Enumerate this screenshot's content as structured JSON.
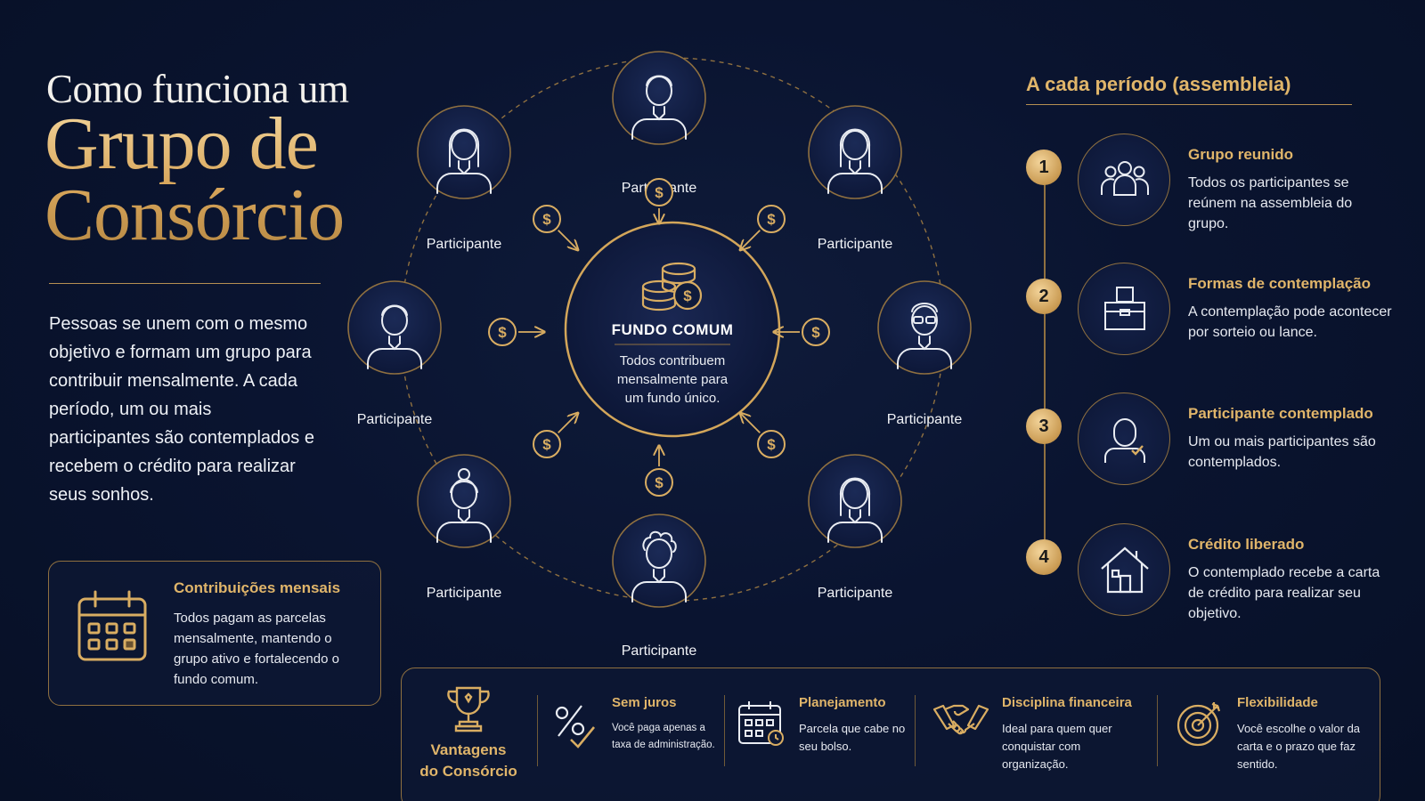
{
  "header": {
    "line1": "Como funciona um",
    "line2": "Grupo de",
    "line3": "Consórcio"
  },
  "intro": "Pessoas se unem com o mesmo objetivo e formam um grupo para contribuir mensalmente. A cada período, um ou mais participantes são contemplados e recebem o crédito para realizar seus sonhos.",
  "contributions": {
    "title": "Contribuições mensais",
    "text": "Todos pagam as parcelas mensalmente, mantendo o grupo ativo e fortalecendo o fundo comum."
  },
  "diagram": {
    "participant_label": "Participante",
    "center": {
      "title": "FUNDO COMUM",
      "line1": "Todos contribuem",
      "line2": "mensalmente para",
      "line3": "um fundo único."
    },
    "currency_symbol": "$"
  },
  "steps": {
    "title": "A cada período (assembleia)",
    "items": [
      {
        "num": "1",
        "title": "Grupo reunido",
        "text": "Todos os participantes se reúnem na assembleia do grupo.",
        "icon": "group-icon"
      },
      {
        "num": "2",
        "title": "Formas de contemplação",
        "text": "A contemplação pode acontecer por sorteio ou lance.",
        "icon": "ballot-box-icon"
      },
      {
        "num": "3",
        "title": "Participante contemplado",
        "text": "Um ou mais participantes são contemplados.",
        "icon": "person-check-icon"
      },
      {
        "num": "4",
        "title": "Crédito liberado",
        "text": "O contemplado recebe a carta de crédito para realizar seu objetivo.",
        "icon": "house-icon"
      }
    ]
  },
  "advantages": {
    "label_line1": "Vantagens",
    "label_line2": "do Consórcio",
    "items": [
      {
        "title": "Sem juros",
        "text": "Você paga apenas a taxa de administração.",
        "icon": "percent-icon"
      },
      {
        "title": "Planejamento",
        "text": "Parcela que cabe no seu bolso.",
        "icon": "calendar-icon"
      },
      {
        "title": "Disciplina financeira",
        "text": "Ideal para quem quer conquistar com organização.",
        "icon": "handshake-icon"
      },
      {
        "title": "Flexibilidade",
        "text": "Você escolhe o valor da carta e o prazo que faz sentido.",
        "icon": "target-icon"
      }
    ]
  },
  "colors": {
    "gold": "#e0b56a",
    "background": "#0a1430",
    "text": "#e8ecf4"
  }
}
